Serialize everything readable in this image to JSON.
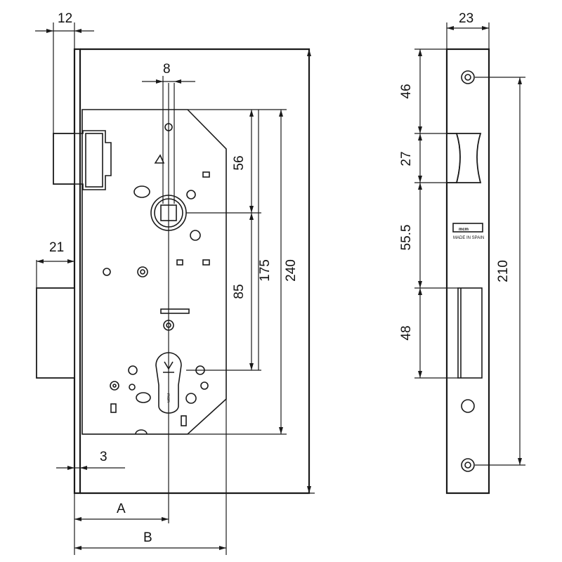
{
  "dimensions": {
    "faceplate_width": "12",
    "spindle_square": "8",
    "backset_top": "56",
    "spindle_to_cylinder": "85",
    "spindle_total": "175",
    "case_height": "240",
    "deadbolt": "21",
    "faceplate_thickness": "3",
    "backset_a": "A",
    "backset_b": "B",
    "strike_width": "23",
    "strike_top": "46",
    "latch_window": "27",
    "between_windows": "55.5",
    "bolt_window": "48",
    "strike_holes": "210"
  },
  "markings": {
    "brand": "mcm",
    "strike_line": "MADE IN SPAIN"
  }
}
